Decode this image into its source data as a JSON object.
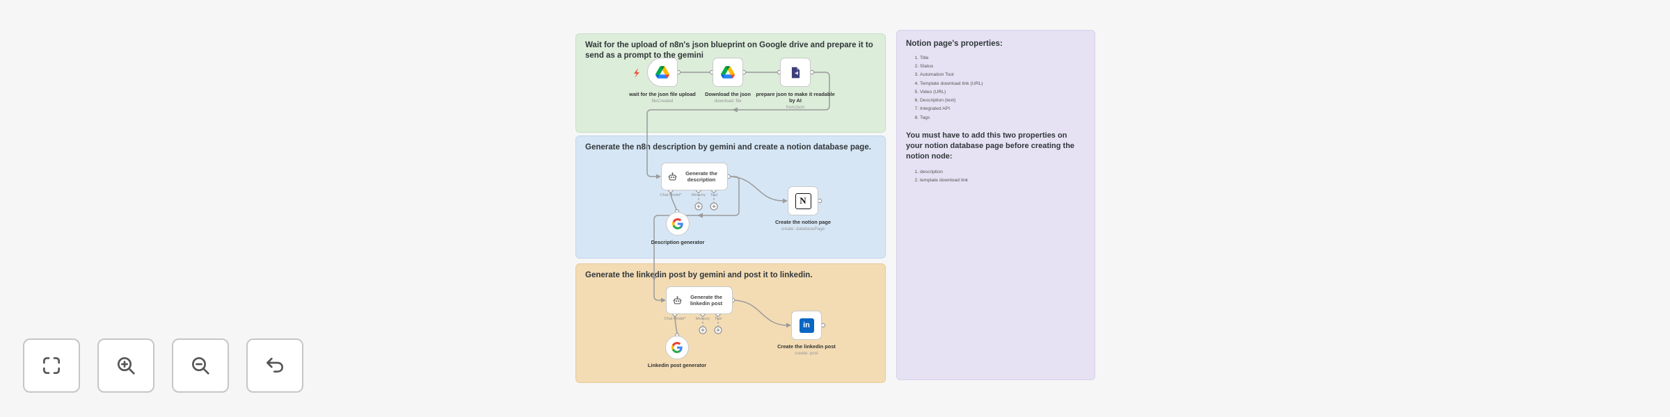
{
  "colors": {
    "canvas_bg": "#f6f6f7",
    "note_green": "#dcedda",
    "note_blue": "#d6e6f5",
    "note_orange": "#f3dcb4",
    "note_purple": "#e6e2f4",
    "wire_gray": "#999999",
    "linkedin_blue": "#0a66c2",
    "extract_icon_navy": "#3d3e78",
    "trigger_bolt_orange": "#e8543f",
    "google_g": [
      "#4285F4",
      "#34A853",
      "#FBBC05",
      "#EA4335"
    ],
    "google_drive": [
      "#0066da",
      "#00ac47",
      "#ea4335",
      "#00832d",
      "#2684fc",
      "#ffba00"
    ]
  },
  "notes": {
    "green": {
      "title": "Wait for the upload of n8n's json blueprint on Google drive and prepare it to send as a prompt to the gemini"
    },
    "blue": {
      "title": "Generate the n8n description by gemini and create a notion database page."
    },
    "orange": {
      "title": "Generate the linkedin post by gemini and post it to linkedin."
    },
    "purple": {
      "title": "Notion page's properties:",
      "properties": [
        "Title",
        "Status",
        "Automation Tool",
        "Template download link (URL)",
        "Video (URL)",
        "Description (text)",
        "Integrated API",
        "Tags"
      ],
      "note": "You must have to add this two properties on your notion database page before creating the notion node:",
      "required": [
        "description",
        "template download link"
      ]
    }
  },
  "nodes": {
    "drive_trigger": {
      "label": "wait for the json file upload",
      "subtitle": "fileCreated"
    },
    "drive_download": {
      "label": "Download the json",
      "subtitle": "download: file"
    },
    "prepare_json": {
      "label": "prepare json to make it readable by AI",
      "subtitle": "fromJson"
    },
    "desc_agent": {
      "label": "Generate the description",
      "anchors": [
        "Chat Model*",
        "Memory",
        "Tool"
      ]
    },
    "desc_model": {
      "label": "Description generator"
    },
    "notion": {
      "label": "Create the notion page",
      "subtitle": "create: databasePage",
      "badge": "N"
    },
    "li_agent": {
      "label": "Generate the linkedin post",
      "anchors": [
        "Chat Model*",
        "Memory",
        "Tool"
      ]
    },
    "li_model": {
      "label": "Linkedin post generator"
    },
    "linkedin": {
      "label": "Create the linkedin post",
      "subtitle": "create: post",
      "badge": "in"
    }
  },
  "toolbar": {
    "fit_view": "Fit view",
    "zoom_in": "Zoom in",
    "zoom_out": "Zoom out",
    "undo": "Undo"
  }
}
